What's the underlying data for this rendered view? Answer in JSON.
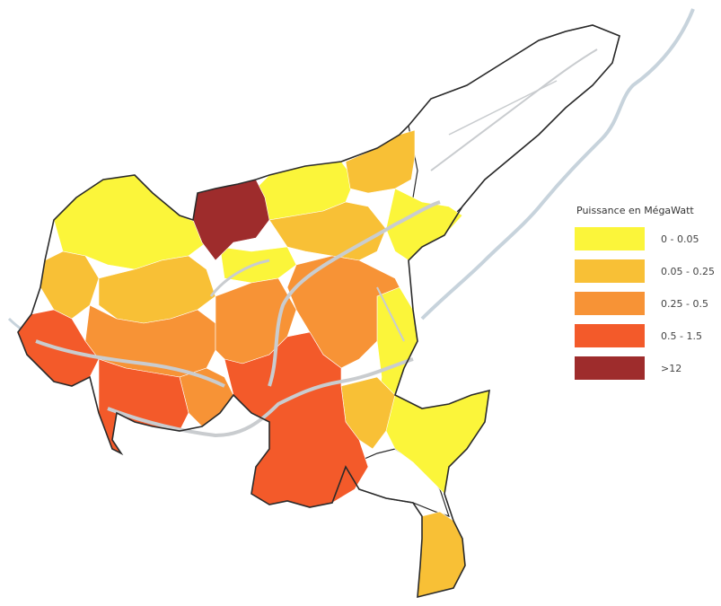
{
  "map": {
    "colors": {
      "c1": "#fbf53a",
      "c2": "#f8c036",
      "c3": "#f79336",
      "c4": "#f35a2a",
      "c5": "#9e2c2c",
      "empty": "#ffffff",
      "border": "#2a2a2a",
      "river": "#c7d3dc",
      "road": "#c9cccf"
    }
  },
  "legend": {
    "title": "Puissance en MégaWatt",
    "items": [
      {
        "label": "0 - 0.05",
        "color": "#fbf53a"
      },
      {
        "label": "0.05 - 0.25",
        "color": "#f8c036"
      },
      {
        "label": "0.25 - 0.5",
        "color": "#f79336"
      },
      {
        "label": "0.5 - 1.5",
        "color": "#f35a2a"
      },
      {
        "label": ">12",
        "color": "#9e2c2c"
      }
    ]
  }
}
